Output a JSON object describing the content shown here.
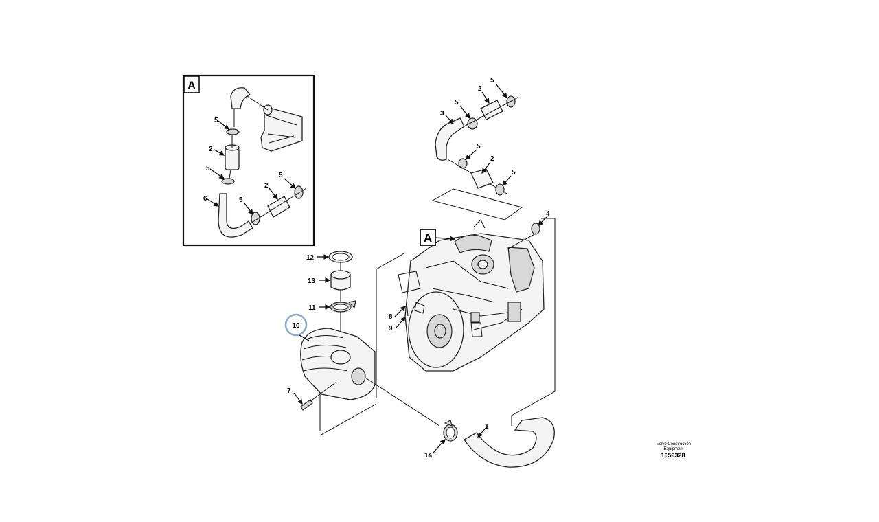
{
  "inset": {
    "label": "A"
  },
  "callout_a": {
    "label": "A"
  },
  "part_labels": {
    "p1": "1",
    "p2": "2",
    "p3": "3",
    "p4": "4",
    "p5": "5",
    "p6": "6",
    "p7": "7",
    "p8": "8",
    "p9": "9",
    "p10": "10",
    "p11": "11",
    "p12": "12",
    "p13": "13",
    "p14": "14"
  },
  "footer": {
    "company_line1": "Volvo Construction",
    "company_line2": "Equipment",
    "document_number": "1059328"
  },
  "colors": {
    "highlight": "#8aa8cc",
    "line": "#111111"
  }
}
